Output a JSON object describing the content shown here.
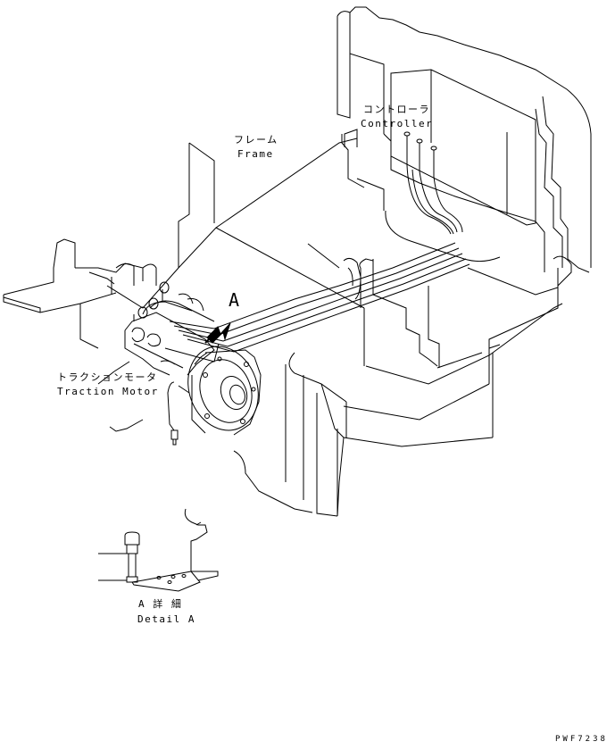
{
  "labels": {
    "controller_jp": "コントローラ",
    "controller_en": "Controller",
    "frame_jp": "フレーム",
    "frame_en": "Frame",
    "traction_motor_jp": "トラクションモータ",
    "traction_motor_en": "Traction Motor",
    "view_letter": "A",
    "detail_jp": "A 詳 細",
    "detail_en": "Detail A",
    "drawing_code": "PWF7238"
  },
  "colors": {
    "line": "#000000",
    "background": "#ffffff",
    "arrow_fill": "#000000"
  },
  "icons": {
    "view_arrow": "view-direction-arrow-icon"
  }
}
